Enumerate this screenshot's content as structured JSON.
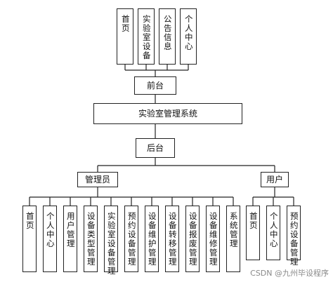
{
  "diagram": {
    "front_modules": [
      "首页",
      "实验室设备",
      "公告信息",
      "个人中心"
    ],
    "front_node": "前台",
    "system_node": "实验室管理系统",
    "back_node": "后台",
    "admin_node": "管理员",
    "user_node": "用户",
    "admin_modules": [
      "首页",
      "个人中心",
      "用户管理",
      "设备类型管理",
      "实验室设备管理",
      "预约设备管理",
      "设备维护管理",
      "设备转移管理",
      "设备报废管理",
      "设备维修管理",
      "系统管理"
    ],
    "user_modules": [
      "首页",
      "个人中心",
      "预约设备管理"
    ]
  },
  "watermark": "CSDN @九州毕设程序"
}
